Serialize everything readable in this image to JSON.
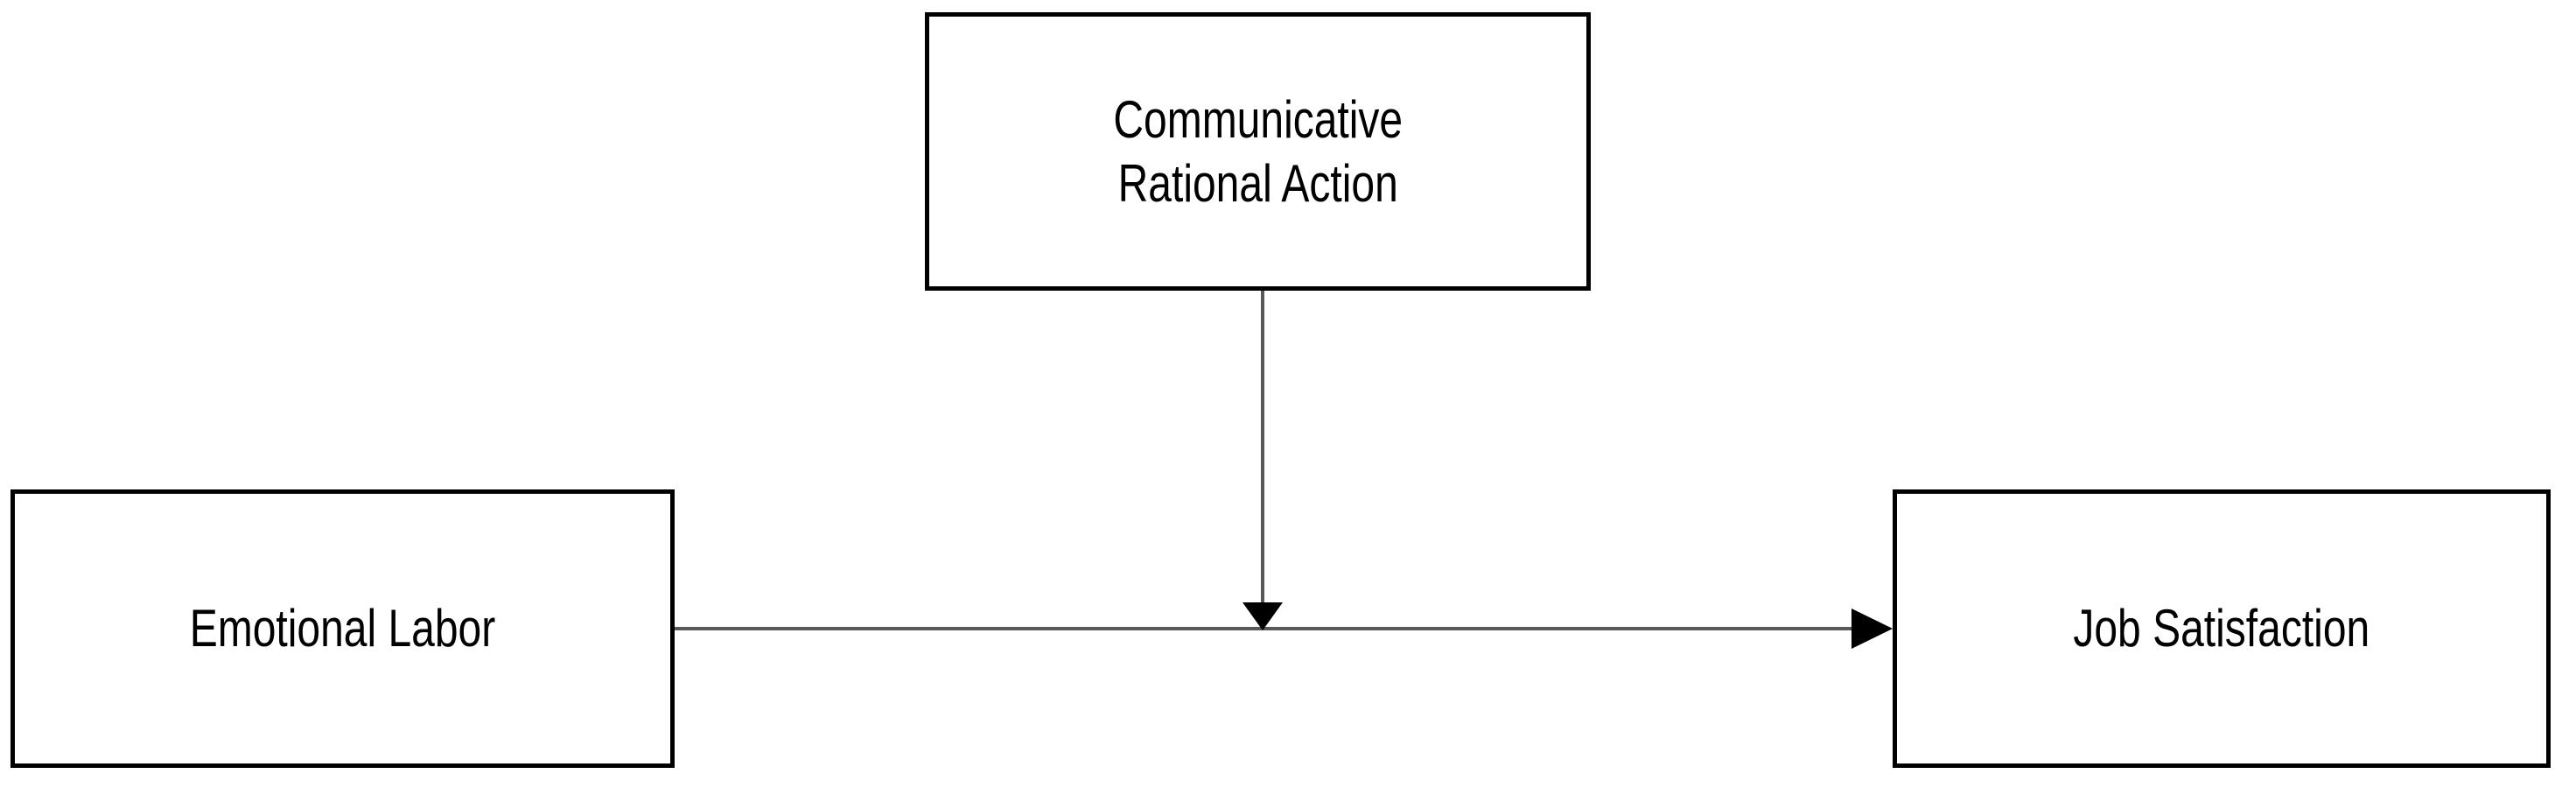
{
  "diagram": {
    "type": "conceptual-model",
    "background_color": "#ffffff",
    "node_border_color": "#000000",
    "edge_color": "#595959",
    "arrowhead_color": "#000000",
    "nodes": [
      {
        "id": "moderator",
        "label": "Communicative\nRational Action",
        "label_line1": "Communicative",
        "label_line2": "Rational Action",
        "role": "moderator",
        "position": "top-center"
      },
      {
        "id": "predictor",
        "label": "Emotional Labor",
        "role": "independent-variable",
        "position": "bottom-left"
      },
      {
        "id": "outcome",
        "label": "Job Satisfaction",
        "role": "dependent-variable",
        "position": "bottom-right"
      }
    ],
    "edges": [
      {
        "id": "edge-main",
        "from": "predictor",
        "to": "outcome",
        "orientation": "horizontal",
        "arrow": "single",
        "label": ""
      },
      {
        "id": "edge-moderation",
        "from": "moderator",
        "to": "edge-main",
        "orientation": "vertical",
        "arrow": "single",
        "label": ""
      }
    ]
  }
}
